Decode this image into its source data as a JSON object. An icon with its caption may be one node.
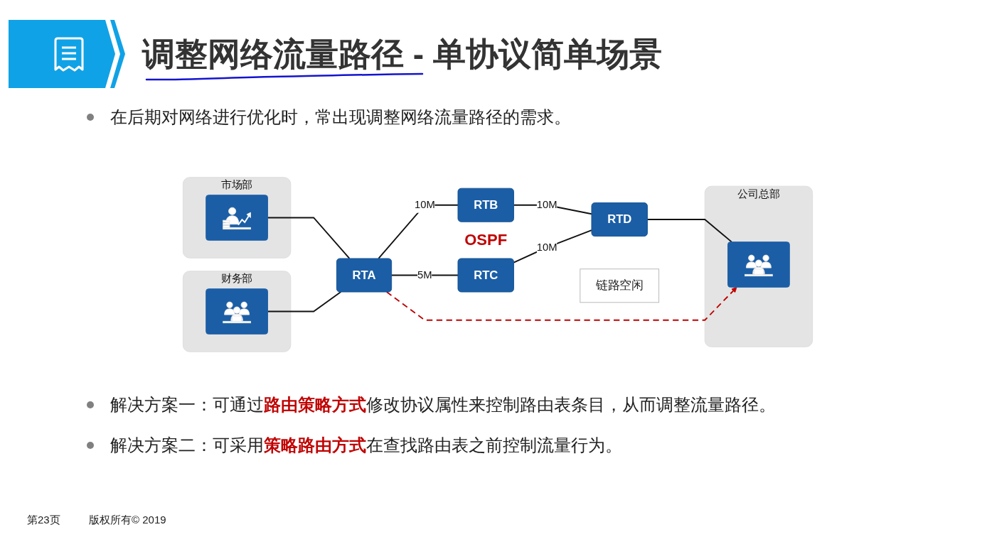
{
  "diagram": {
    "title": "调整网络流量路径 - 单协议简单场景",
    "nodes": [
      {
        "text": [
          "市场部"
        ]
      },
      {
        "text": [],
        "shape": "picture",
        "in": 0
      },
      {
        "text": [
          "财务部"
        ]
      },
      {
        "text": [],
        "shape": "picture",
        "in": 2
      },
      {
        "text": [
          "RTA"
        ]
      },
      {
        "text": [
          "RTB"
        ]
      },
      {
        "text": [
          "RTC"
        ]
      },
      {
        "text": [
          "RTD"
        ]
      },
      {
        "text": [
          "公司总部"
        ]
      },
      {
        "text": [],
        "shape": "picture",
        "in": 8
      },
      {
        "text": [
          "链路空闲"
        ]
      }
    ],
    "edges": [
      {
        "from": 1,
        "to": 4,
        "arrow": "none"
      },
      {
        "from": 3,
        "to": 4,
        "arrow": "none"
      },
      {
        "from": 4,
        "to": 5,
        "arrow": "none",
        "label": "10M"
      },
      {
        "from": 4,
        "to": 6,
        "arrow": "none",
        "label": "5M"
      },
      {
        "from": 5,
        "to": 7,
        "arrow": "none",
        "label": "10M"
      },
      {
        "from": 6,
        "to": 7,
        "arrow": "none",
        "label": "10M"
      },
      {
        "from": 7,
        "to": 9,
        "arrow": "none"
      },
      {
        "from": 4,
        "to": 9,
        "arrow": "to",
        "style": "dashed",
        "color": "#c00000"
      }
    ],
    "labels": [
      "在后期对网络进行优化时，常出现调整网络流量路径的需求。",
      "OSPF",
      "解决方案一：可通过**路由策略方式**修改协议属性来控制路由表条目，从而调整流量路径。",
      "解决方案二：可采用**策略路由方式**在查找路由表之前控制流量行为。",
      "第23页",
      "版权所有© 2019"
    ]
  }
}
